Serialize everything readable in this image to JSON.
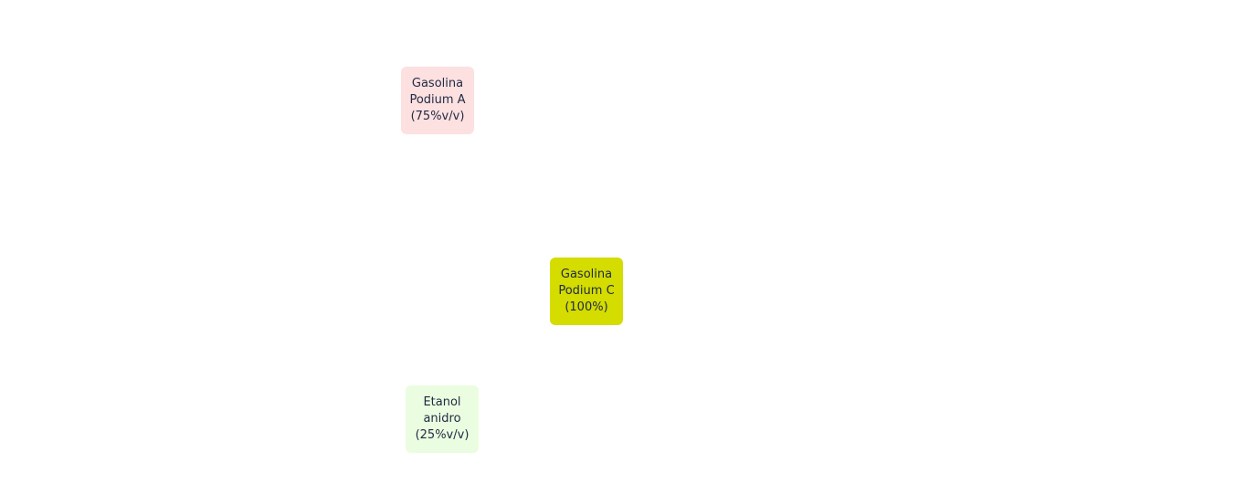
{
  "nodes": [
    {
      "id": "gasolina-a",
      "lines": [
        "Gasolina",
        "Podium A",
        "(75%v/v)"
      ],
      "color": "#fde0e0"
    },
    {
      "id": "gasolina-c",
      "lines": [
        "Gasolina",
        "Podium C",
        "(100%)"
      ],
      "color": "#d4dc00"
    },
    {
      "id": "etanol",
      "lines": [
        "Etanol",
        "anidro",
        "(25%v/v)"
      ],
      "color": "#ebfde0"
    }
  ]
}
